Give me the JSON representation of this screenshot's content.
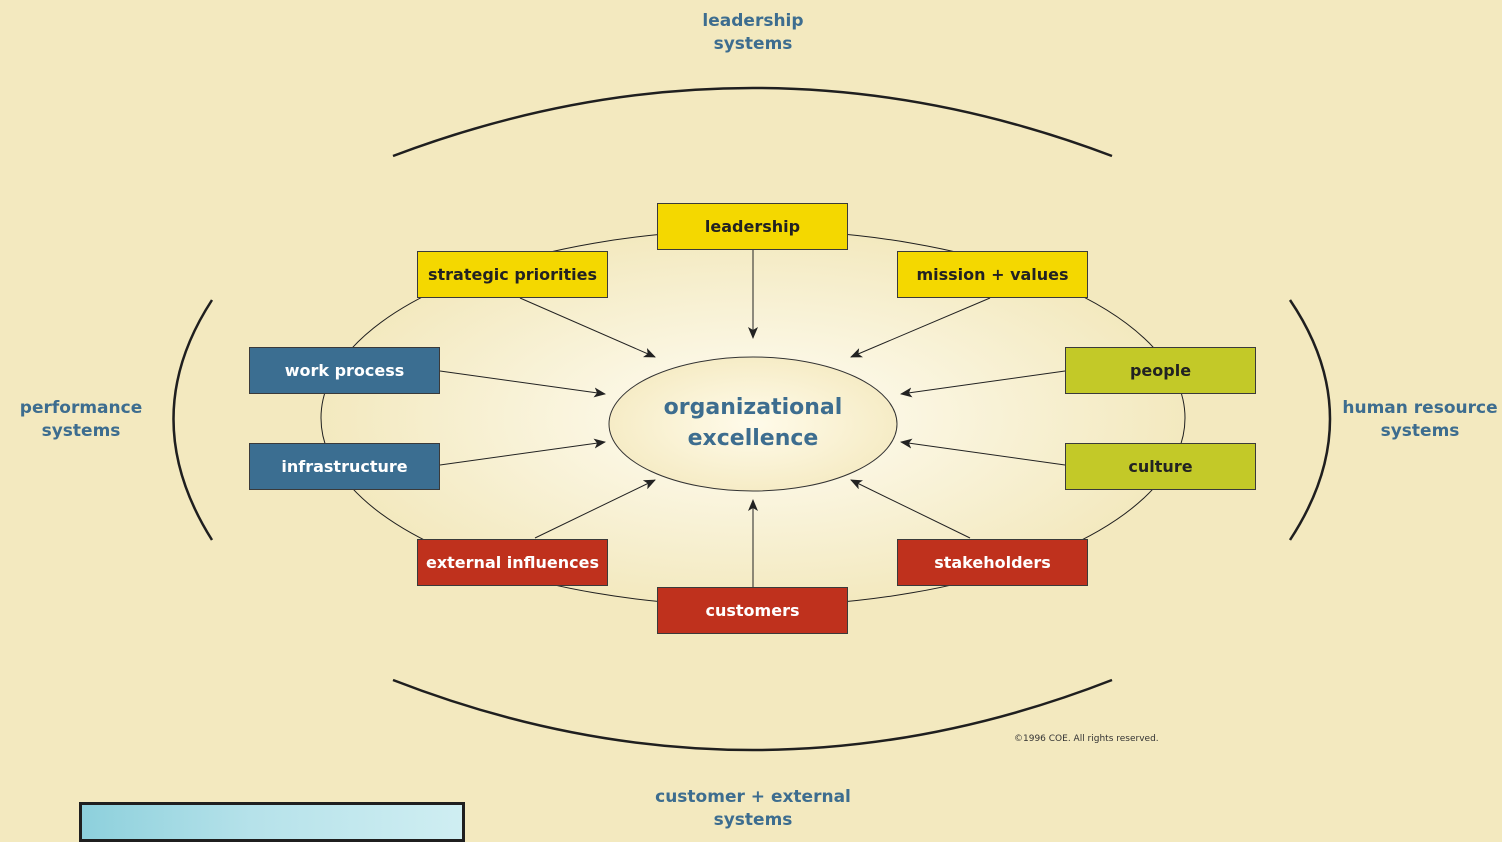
{
  "group_labels": {
    "leadership": [
      "leadership",
      "systems"
    ],
    "performance": [
      "performance",
      "systems"
    ],
    "human_resource": [
      "human resource",
      "systems"
    ],
    "customer_external": [
      "customer + external",
      "systems"
    ]
  },
  "center": [
    "organizational",
    "excellence"
  ],
  "nodes": {
    "leadership": "leadership",
    "strategic_priorities": "strategic priorities",
    "mission_values": "mission + values",
    "work_process": "work process",
    "people": "people",
    "infrastructure": "infrastructure",
    "culture": "culture",
    "external_influences": "external influences",
    "stakeholders": "stakeholders",
    "customers": "customers"
  },
  "colors": {
    "background": "#f3e9bf",
    "leadership_group": "#f4d800",
    "performance_group": "#3b6e91",
    "human_resource_group": "#c3c928",
    "customer_group": "#bf311d",
    "label_text": "#3d6d8f"
  },
  "copyright": "©1996 COE. All rights reserved."
}
